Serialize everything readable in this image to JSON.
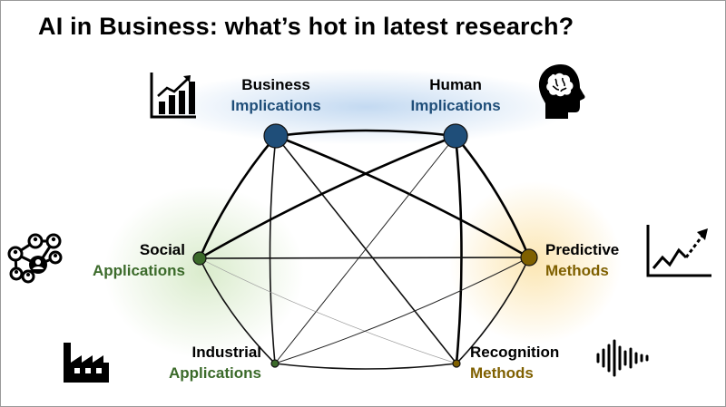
{
  "title": "AI in Business: what’s hot in latest research?",
  "nodes": {
    "business": {
      "line1": "Business",
      "line2": "Implications",
      "color": "#1f4e79",
      "icon": "bar-chart-icon"
    },
    "human": {
      "line1": "Human",
      "line2": "Implications",
      "color": "#1f4e79",
      "icon": "brain-head-icon"
    },
    "social": {
      "line1": "Social",
      "line2": "Applications",
      "color": "#3b6a2a",
      "icon": "network-icon"
    },
    "predictive": {
      "line1": "Predictive",
      "line2": "Methods",
      "color": "#7f6000",
      "icon": "trend-chart-icon"
    },
    "industrial": {
      "line1": "Industrial",
      "line2": "Applications",
      "color": "#3b6a2a",
      "icon": "factory-icon"
    },
    "recognition": {
      "line1": "Recognition",
      "line2": "Methods",
      "color": "#7f6000",
      "icon": "soundwave-icon"
    }
  },
  "edges": [
    {
      "from": "business",
      "to": "human",
      "strength": "strong"
    },
    {
      "from": "business",
      "to": "social",
      "strength": "strong"
    },
    {
      "from": "business",
      "to": "predictive",
      "strength": "strong"
    },
    {
      "from": "business",
      "to": "industrial",
      "strength": "medium"
    },
    {
      "from": "business",
      "to": "recognition",
      "strength": "medium"
    },
    {
      "from": "human",
      "to": "social",
      "strength": "strong"
    },
    {
      "from": "human",
      "to": "predictive",
      "strength": "strong"
    },
    {
      "from": "human",
      "to": "industrial",
      "strength": "thin"
    },
    {
      "from": "human",
      "to": "recognition",
      "strength": "strong"
    },
    {
      "from": "social",
      "to": "predictive",
      "strength": "medium"
    },
    {
      "from": "social",
      "to": "industrial",
      "strength": "medium"
    },
    {
      "from": "social",
      "to": "recognition",
      "strength": "faint"
    },
    {
      "from": "predictive",
      "to": "industrial",
      "strength": "thin"
    },
    {
      "from": "predictive",
      "to": "recognition",
      "strength": "medium"
    },
    {
      "from": "industrial",
      "to": "recognition",
      "strength": "medium"
    }
  ]
}
